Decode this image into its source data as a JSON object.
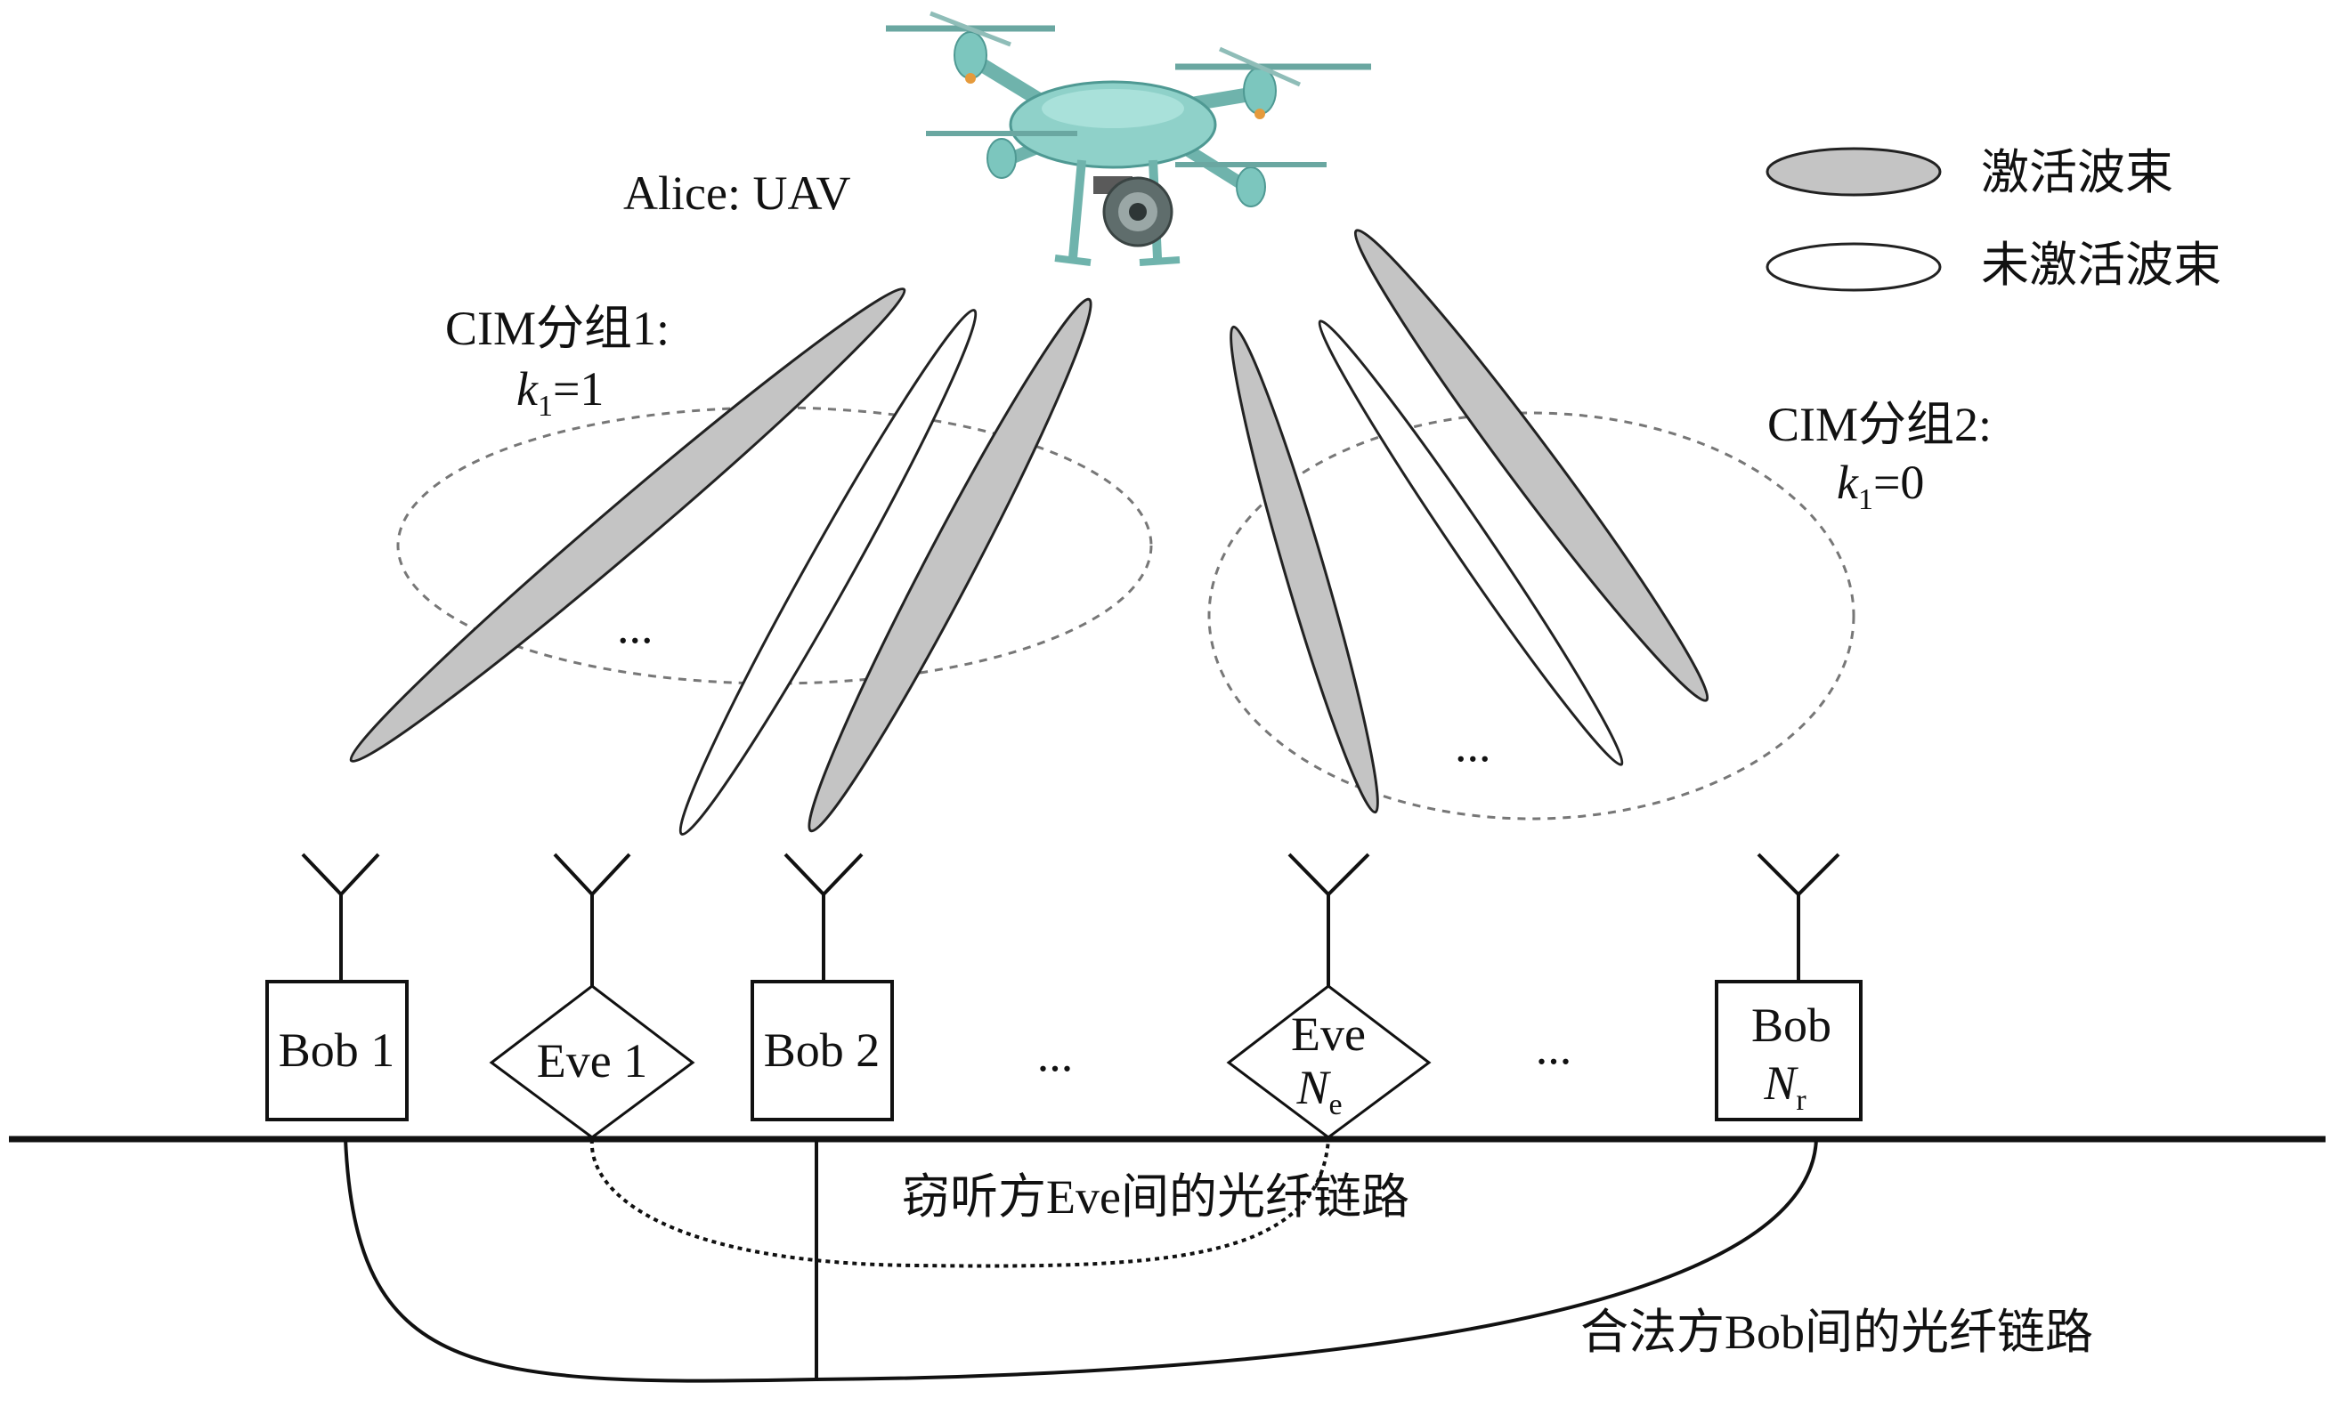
{
  "uav": {
    "label": "Alice: UAV",
    "icon": "drone-icon"
  },
  "legend": {
    "active_label": "激活波束",
    "inactive_label": "未激活波束",
    "active_color": "#c4c4c4",
    "inactive_color": "#ffffff"
  },
  "groups": [
    {
      "title": "CIM分组1:",
      "k_symbol": "k",
      "k_sub": "1",
      "k_value": "=1",
      "ellipsis": "..."
    },
    {
      "title": "CIM分组2:",
      "k_symbol": "k",
      "k_sub": "1",
      "k_value": "=0",
      "ellipsis": "..."
    }
  ],
  "nodes": {
    "bob1": {
      "label": "Bob 1"
    },
    "eve1": {
      "label": "Eve 1"
    },
    "bob2": {
      "label": "Bob 2"
    },
    "eve_ne": {
      "label": "Eve",
      "sym": "N",
      "sub": "e"
    },
    "bob_nr": {
      "label": "Bob",
      "sym": "N",
      "sub": "r"
    }
  },
  "ellipsis_ground": "...",
  "links": {
    "eve_link": "窃听方Eve间的光纤链路",
    "bob_link": "合法方Bob间的光纤链路"
  }
}
